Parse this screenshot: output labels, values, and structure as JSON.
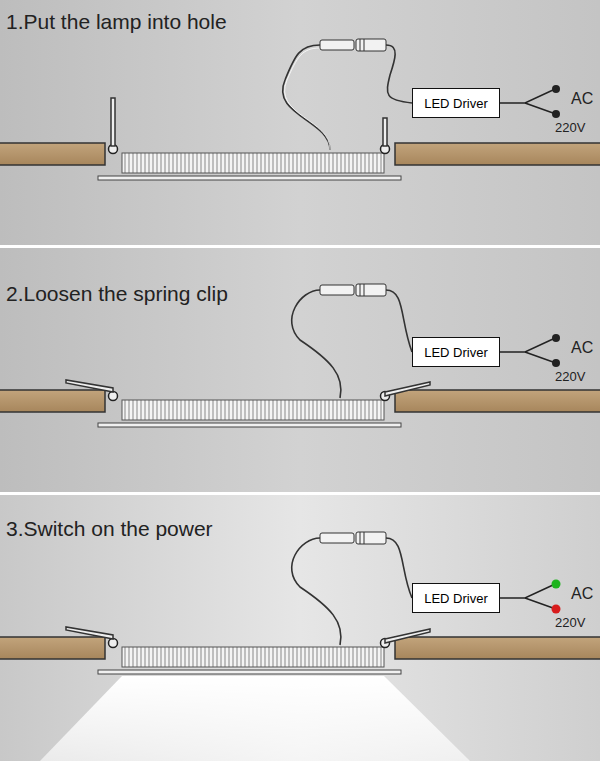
{
  "diagram": {
    "nodes": [
      {
        "text": [
          "LED Driver"
        ]
      },
      {
        "text": [
          "LED Driver"
        ]
      },
      {
        "text": [
          "LED Driver"
        ]
      }
    ],
    "labels": [
      "1.Put the lamp into hole",
      "AC",
      "220V",
      "2.Loosen the spring clip",
      "AC",
      "220V",
      "3.Switch on the power",
      "AC",
      "220V"
    ]
  }
}
